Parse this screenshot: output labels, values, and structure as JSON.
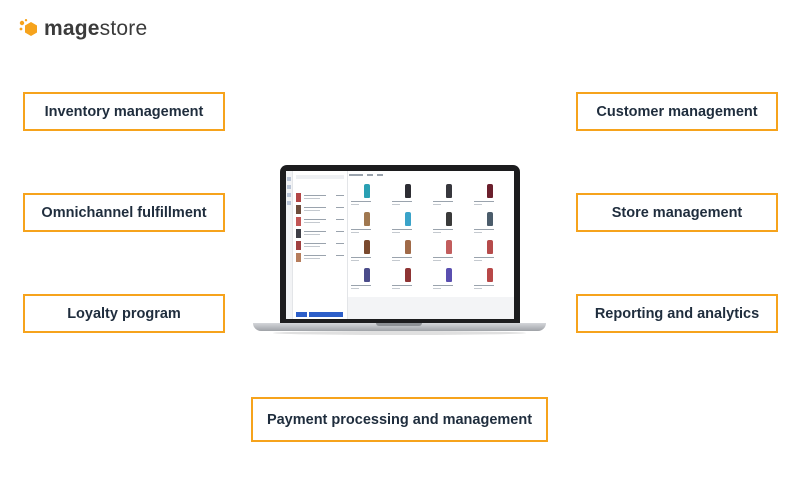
{
  "brand": {
    "logo_text_bold": "mage",
    "logo_text_rest": "store",
    "logo_color": "#f6a31c",
    "text_color": "#3b3b3b"
  },
  "accent_color": "#f6a31c",
  "features": {
    "left": [
      "Inventory management",
      "Omnichannel fulfillment",
      "Loyalty program"
    ],
    "right": [
      "Customer management",
      "Store management",
      "Reporting and analytics"
    ],
    "bottom": "Payment processing and management"
  },
  "laptop_screen": {
    "description_icon": "pos-screen-illustration"
  }
}
